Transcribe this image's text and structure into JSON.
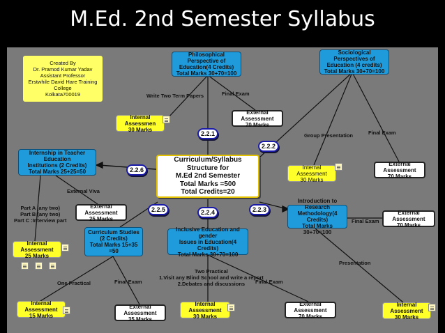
{
  "title": "M.Ed. 2nd Semester Syllabus",
  "credit": "Created By\nDr. Pramod Kumar Yadav\nAssistant Professor\nErstwhile David Hare Training College\nKolkata700019",
  "center": "Curriculum/Syllabus Structure for\nM.Ed 2nd Semester\nTotal Marks =500\nTotal Credits=20",
  "codes": {
    "c221": "2.2.1",
    "c222": "2.2.2",
    "c223": "2.2.3",
    "c224": "2.2.4",
    "c225": "2.2.5",
    "c226": "2.2.6"
  },
  "papers": {
    "p221": "Philosophical Perspective of\nEducation(4 Credits)\nTotal Marks 30+70=100",
    "p222": "Sociological Perspectives of\nEducation (4 credits)\nTotal Marks 30+70=100",
    "p223": "Introduction to Research\nMethodology(4 Credits)\nTotal Marks 30+70=100",
    "p224": "Inclusive Education and gender\nIssues in Education(4 Credits)\nTotal Marks 30+70=100",
    "p225": "Curriculum Studies\n(2 Credits)\nTotal Marks 15+35 =50",
    "p226": "Internship in Teacher Education\nInstitutions (2 Credits)\nTotal Marks 25+25=50"
  },
  "assessments": {
    "ia221": "Internal Assessmen\n30 Marks",
    "ea221": "External Assessment\n70 Marks",
    "ia222": "Internal Assessment\n30 Marks",
    "ea222": "External Assessment\n70 Marks",
    "ea223": "External Assessment\n70 Marks",
    "ia223": "Internal Assessment\n30 Marks",
    "ia224": "Internal Assessment\n30 Marks",
    "ea224": "External Assessment\n70 Marks",
    "ia225": "Internal Assessment\n15 Marks",
    "ea225": "External Assessment\n35 Marks",
    "ea226": "External Assessment\n25 Marks",
    "ia226": "Internal Assessment\n25 Marks"
  },
  "links": {
    "write_two_term_papers": "Write Two Term Papers",
    "final_exam_221": "Final Exam",
    "group_presentation": "Group Presentation",
    "final_exam_222": "Final Exam",
    "final_exam_223": "Final Exam",
    "presentation": "Presentation",
    "two_practical": "Two Practical\n1.Visit any Blind School and write a report\n2.Debates and discussions",
    "final_exam_224": "Final Exam",
    "one_practical": "One Practical",
    "final_exam_225": "Final Exam",
    "external_viva": "External Viva",
    "parts": "Part A (any two)\nPart B (any two)\nPart C :Interview part"
  }
}
